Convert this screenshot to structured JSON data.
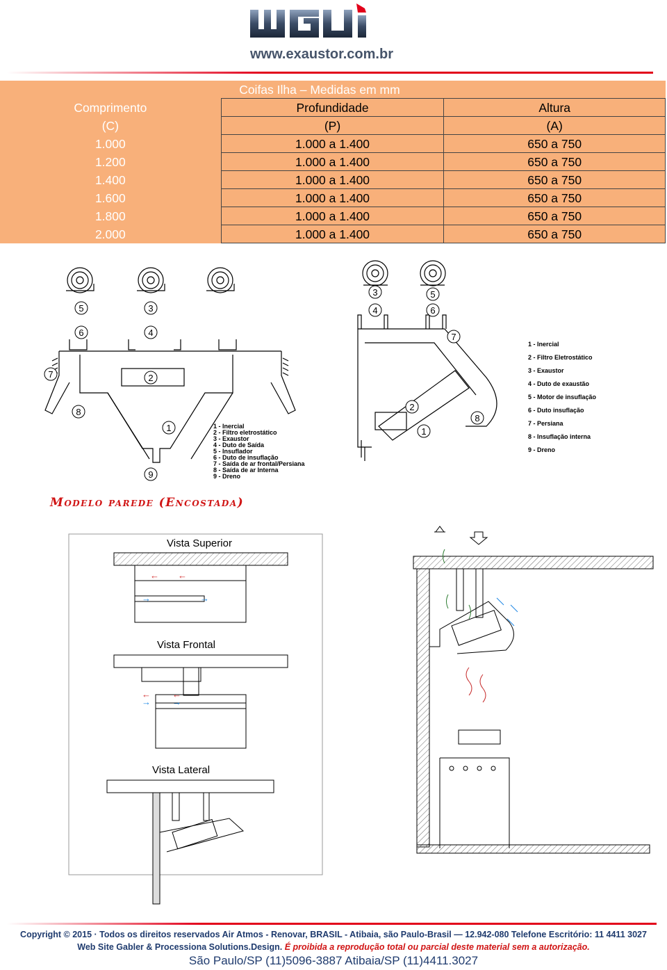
{
  "header": {
    "url": "www.exaustor.com.br"
  },
  "table": {
    "title": "Coifas Ilha – Medidas em mm",
    "col1_line1": "Comprimento",
    "col1_line2": "(C)",
    "col2_line1": "Profundidade",
    "col2_line2": "(P)",
    "col3_line1": "Altura",
    "col3_line2": "(A)",
    "rows": [
      {
        "c": "1.000",
        "p": "1.000 a 1.400",
        "a": "650 a 750"
      },
      {
        "c": "1.200",
        "p": "1.000 a 1.400",
        "a": "650 a 750"
      },
      {
        "c": "1.400",
        "p": "1.000 a 1.400",
        "a": "650 a 750"
      },
      {
        "c": "1.600",
        "p": "1.000 a 1.400",
        "a": "650 a 750"
      },
      {
        "c": "1.800",
        "p": "1.000 a 1.400",
        "a": "650 a 750"
      },
      {
        "c": "2.000",
        "p": "1.000 a 1.400",
        "a": "650 a 750"
      }
    ]
  },
  "diagram_left": {
    "callouts": [
      "5",
      "3",
      "6",
      "4",
      "7",
      "2",
      "8",
      "1",
      "9"
    ],
    "legend": [
      "1 - Inercial",
      "2 - Filtro eletrostático",
      "3 - Exaustor",
      "4 - Duto de Saída",
      "5 - Insuflador",
      "6 - Duto de insuflação",
      "7 - Saída de ar frontal/Persiana",
      "8 - Saída de ar Interna",
      "9 - Dreno"
    ]
  },
  "diagram_right": {
    "callouts": [
      "3",
      "5",
      "4",
      "6",
      "7",
      "2",
      "1",
      "8"
    ],
    "legend": [
      "1 - Inercial",
      "2 - Filtro Eletrostático",
      "3 - Exaustor",
      "4 - Duto de exaustão",
      "5 - Motor de insuflação",
      "6 - Duto insuflação",
      "7 - Persiana",
      "8 - Insuflação interna",
      "9 - Dreno"
    ]
  },
  "modelo": {
    "title": "Modelo parede (Encostada)",
    "views": [
      "Vista Superior",
      "Vista Frontal",
      "Vista Lateral"
    ]
  },
  "footer": {
    "line1": "Copyright © 2015 · Todos os direitos reservados Air Atmos - Renovar, BRASIL - Atibaia, são Paulo-Brasil — 12.942-080 Telefone Escritório: 11 4411 3027",
    "line2_a": "Web Site Gabler & Processiona Solutions.Design. ",
    "line2_b": "É proibida a reprodução total ou parcial deste material sem a autorização.",
    "line3": "São Paulo/SP (11)5096-3887  Atibaia/SP (11)4411.3027"
  },
  "colors": {
    "table_bg": "#f8b07a",
    "table_title_bg": "#f58233",
    "brand_red": "#e2001a",
    "footer_blue": "#1f3b6e"
  }
}
